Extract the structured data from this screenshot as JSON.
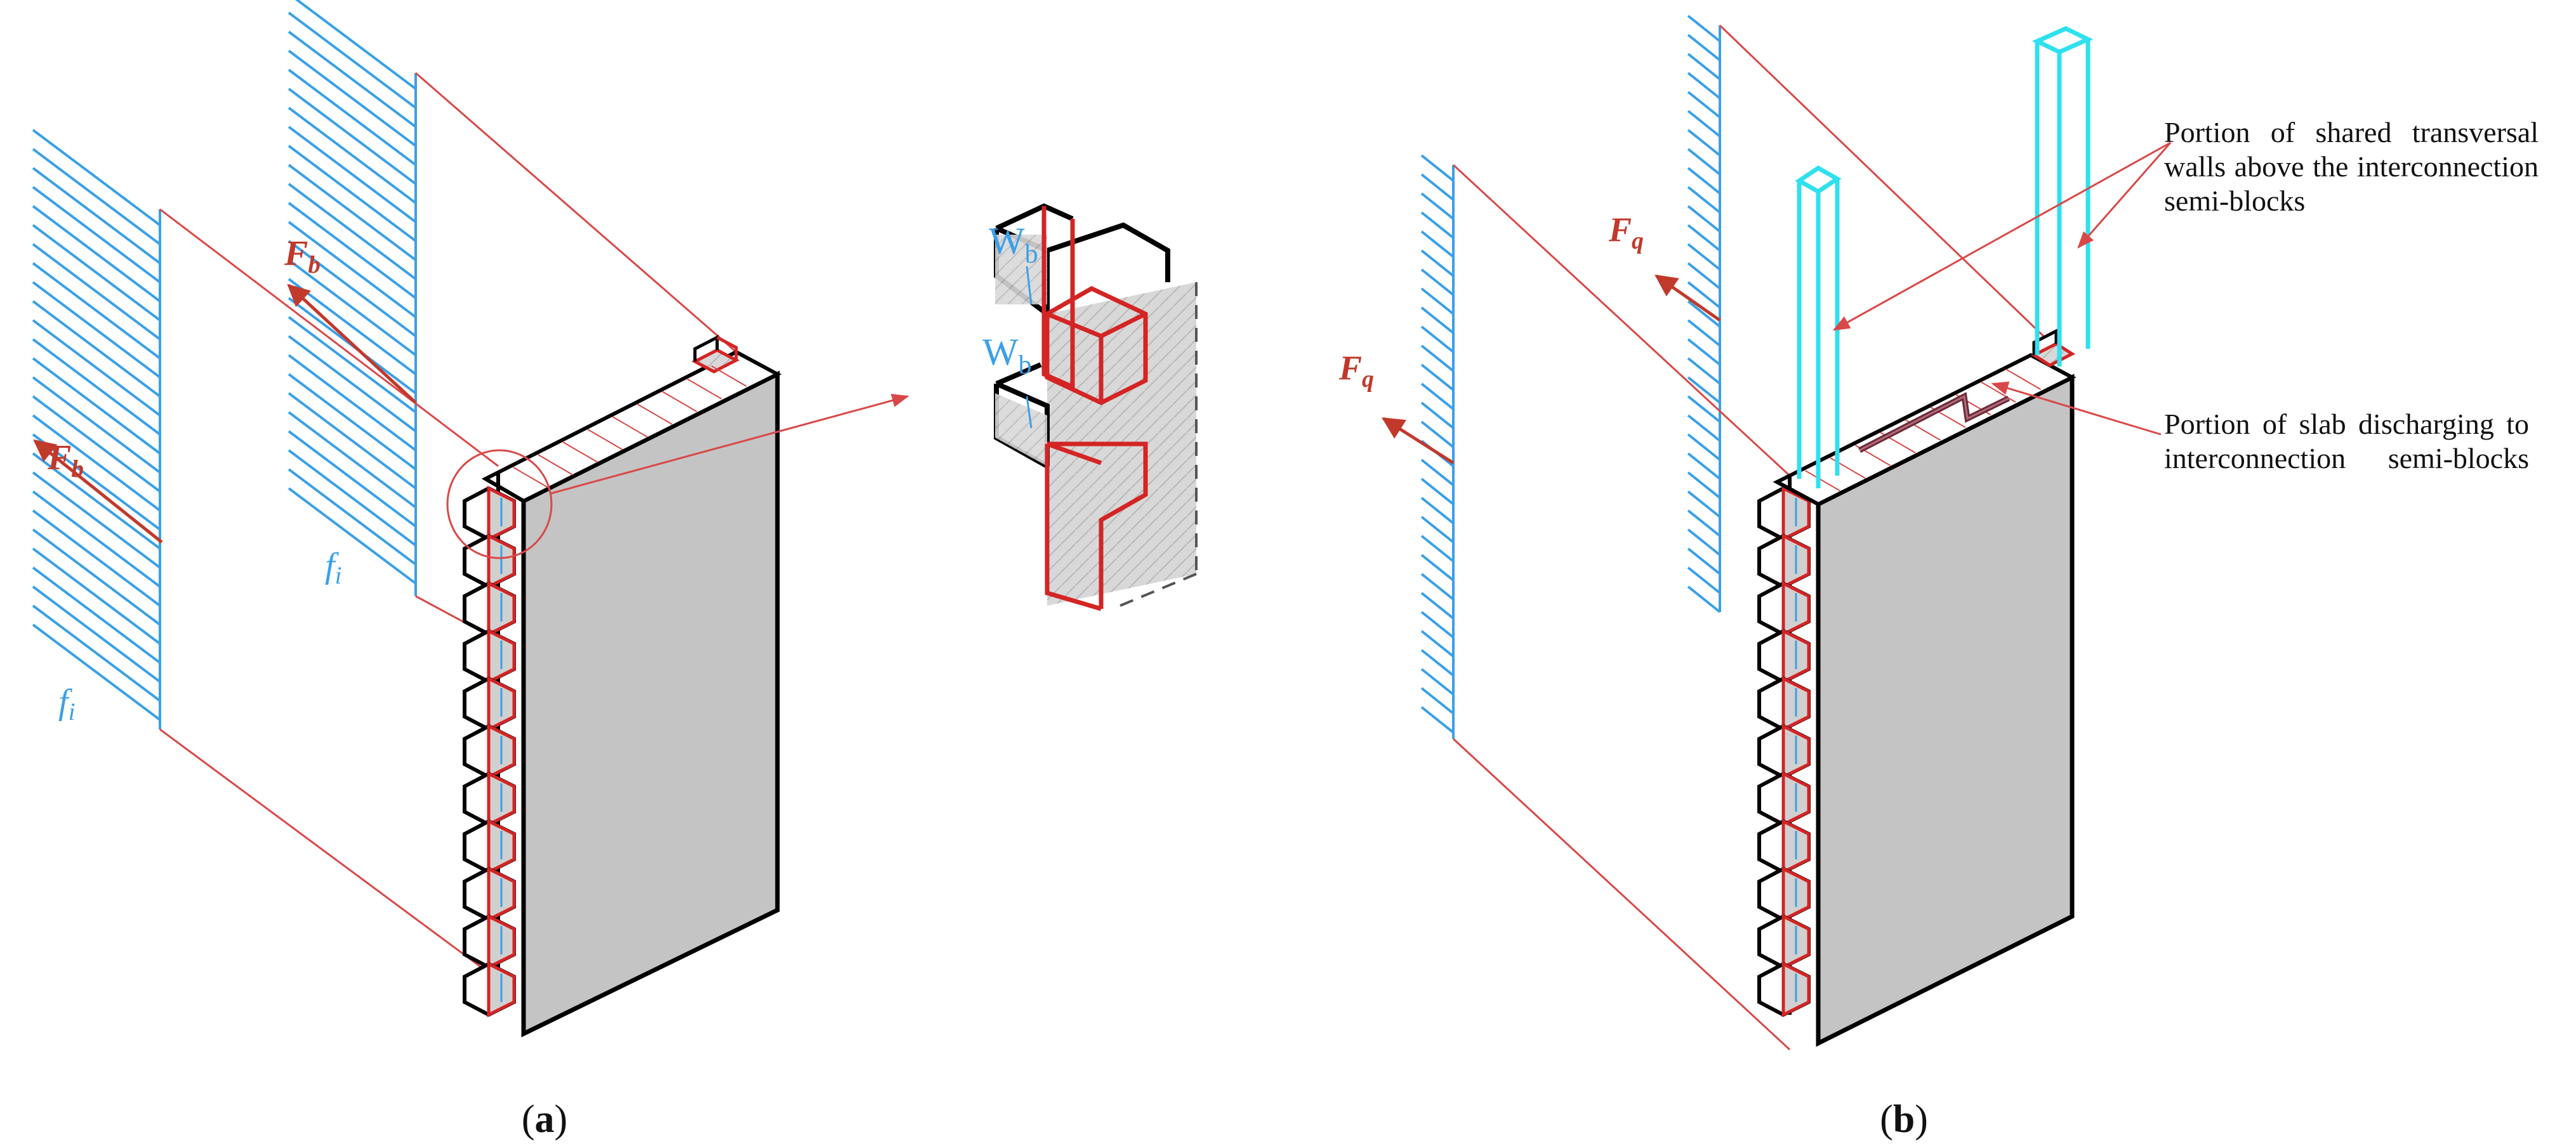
{
  "panel_a": {
    "caption_open": "(",
    "caption_letter": "a",
    "caption_close": ")",
    "force_upper": {
      "main": "F",
      "sub": "b"
    },
    "force_lower": {
      "main": "F",
      "sub": "b"
    },
    "dist_left": {
      "main": "f",
      "sub": "i"
    },
    "dist_right": {
      "main": "f",
      "sub": "i"
    },
    "detail_upper": {
      "main": "W",
      "sub": "b"
    },
    "detail_lower": {
      "main": "W",
      "sub": "b"
    }
  },
  "panel_b": {
    "caption_open": "(",
    "caption_letter": "b",
    "caption_close": ")",
    "force_upper": {
      "main": "F",
      "sub": "q"
    },
    "force_lower": {
      "main": "F",
      "sub": "q"
    },
    "note_walls": "Portion of shared transversal walls above the interconnection semi-blocks",
    "note_slab": "Portion of slab discharging to interconnection semi-blocks"
  },
  "colors": {
    "load_blue": "#3aa0e8",
    "red_line": "#d94848",
    "wall_grey": "#c4c4c4",
    "column_cyan": "#2fe0ee",
    "slab_mark": "#6b2a38"
  }
}
